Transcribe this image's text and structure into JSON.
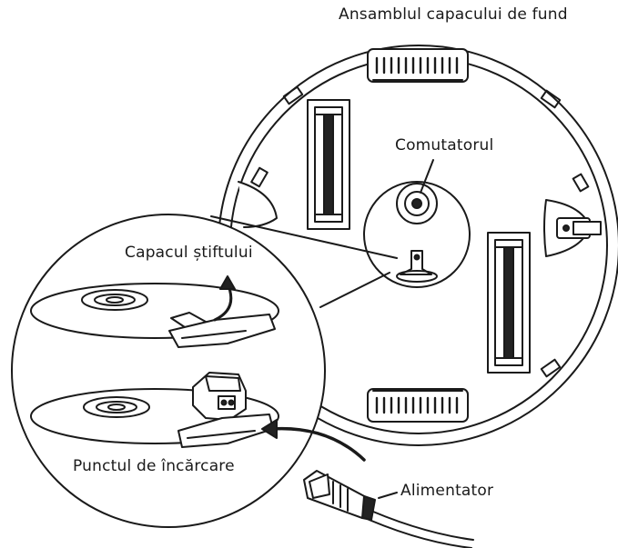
{
  "labels": {
    "bottom_cover_assembly": "Ansamblul capacului de fund",
    "switch": "Comutatorul",
    "pin_cover": "Capacul știftului",
    "charging_point": "Punctul de încărcare",
    "power_supply": "Alimentator"
  },
  "colors": {
    "line": "#1a1a1a",
    "background": "#ffffff",
    "fill_light": "#f2f2f2",
    "fill_dark": "#222222"
  }
}
